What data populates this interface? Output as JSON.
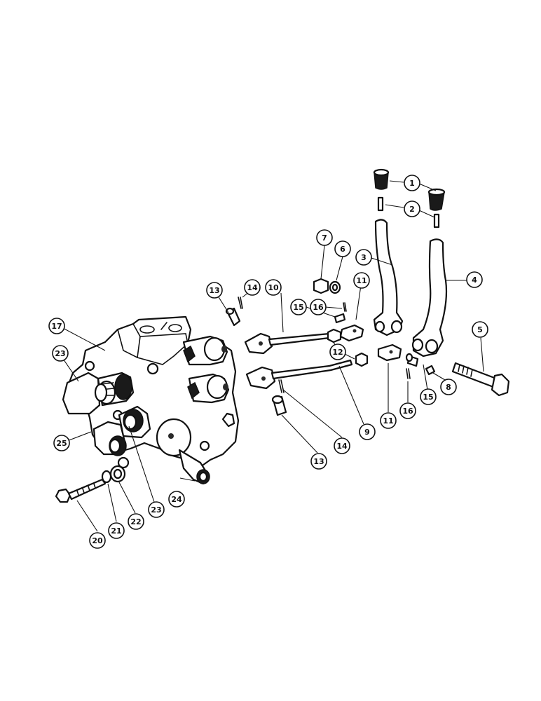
{
  "callouts": [
    {
      "num": "1"
    },
    {
      "num": "2"
    },
    {
      "num": "3"
    },
    {
      "num": "4"
    },
    {
      "num": "5"
    },
    {
      "num": "6"
    },
    {
      "num": "7"
    },
    {
      "num": "8"
    },
    {
      "num": "9"
    },
    {
      "num": "10"
    },
    {
      "num": "11"
    },
    {
      "num": "11"
    },
    {
      "num": "12"
    },
    {
      "num": "13"
    },
    {
      "num": "13"
    },
    {
      "num": "14"
    },
    {
      "num": "14"
    },
    {
      "num": "15"
    },
    {
      "num": "15"
    },
    {
      "num": "16"
    },
    {
      "num": "16"
    },
    {
      "num": "17"
    },
    {
      "num": "20"
    },
    {
      "num": "21"
    },
    {
      "num": "22"
    },
    {
      "num": "23"
    },
    {
      "num": "23"
    },
    {
      "num": "24"
    },
    {
      "num": "25"
    }
  ]
}
